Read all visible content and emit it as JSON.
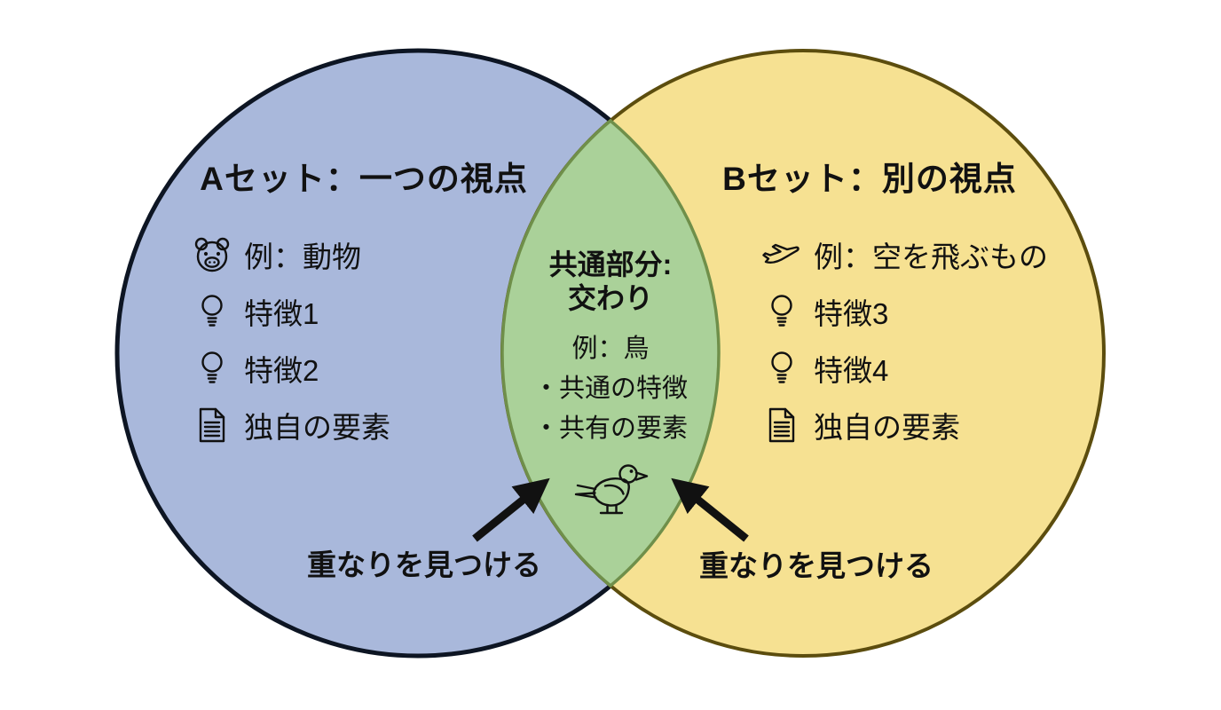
{
  "colors": {
    "background": "#ffffff",
    "set_a_fill": "#a9b8db",
    "set_a_stroke": "#0d1523",
    "set_b_fill": "#f6e192",
    "set_b_stroke": "#5c4d0e",
    "intersection_fill": "#aad199",
    "intersection_stroke": "#6f8f4a",
    "text": "#111111",
    "arrow": "#111111"
  },
  "set_a": {
    "title": "Aセット：一つの視点",
    "items": [
      {
        "icon": "animal-face-icon",
        "label": "例：動物"
      },
      {
        "icon": "lightbulb-icon",
        "label": "特徴1"
      },
      {
        "icon": "lightbulb-icon",
        "label": "特徴2"
      },
      {
        "icon": "document-icon",
        "label": "独自の要素"
      }
    ]
  },
  "set_b": {
    "title": "Bセット：別の視点",
    "items": [
      {
        "icon": "airplane-icon",
        "label": "例：空を飛ぶもの"
      },
      {
        "icon": "lightbulb-icon",
        "label": "特徴3"
      },
      {
        "icon": "lightbulb-icon",
        "label": "特徴4"
      },
      {
        "icon": "document-icon",
        "label": "独自の要素"
      }
    ]
  },
  "intersection": {
    "title_line1": "共通部分:",
    "title_line2": "交わり",
    "example": "例：鳥",
    "items": [
      "・共通の特徴",
      "・共有の要素"
    ],
    "icon": "bird-icon"
  },
  "annotations": {
    "left_arrow_label": "重なりを見つける",
    "right_arrow_label": "重なりを見つける"
  }
}
